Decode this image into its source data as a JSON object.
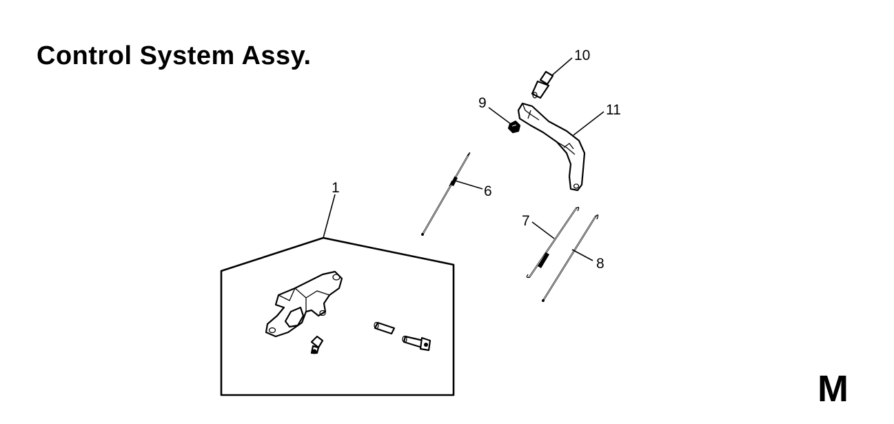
{
  "title": "Control System Assy.",
  "section_letter": "M",
  "callouts": [
    {
      "id": "1",
      "label": "1"
    },
    {
      "id": "6",
      "label": "6"
    },
    {
      "id": "7",
      "label": "7"
    },
    {
      "id": "8",
      "label": "8"
    },
    {
      "id": "9",
      "label": "9"
    },
    {
      "id": "10",
      "label": "10"
    },
    {
      "id": "11",
      "label": "11"
    }
  ]
}
